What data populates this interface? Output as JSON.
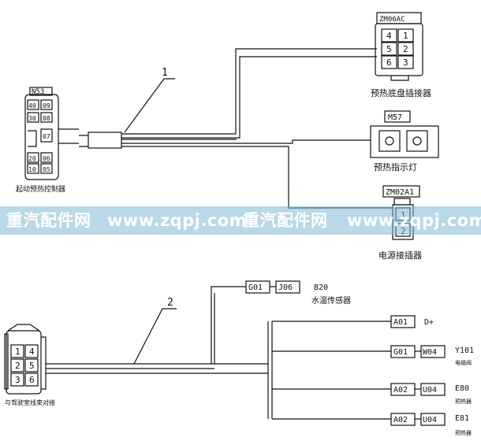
{
  "diagram1": {
    "harness_number": "1",
    "controller": {
      "code": "N53",
      "pins_top": [
        [
          "40",
          "09"
        ],
        [
          "30",
          "08"
        ]
      ],
      "pin_mid": "07",
      "pins_bottom": [
        [
          "20",
          "06"
        ],
        [
          "10",
          "05"
        ]
      ],
      "label": "起动预热控制器"
    },
    "connector_zm06ac": {
      "code": "ZM06AC",
      "pins": [
        [
          "4",
          "1"
        ],
        [
          "5",
          "2"
        ],
        [
          "6",
          "3"
        ]
      ],
      "label": "预热底盘插接器"
    },
    "indicator_m57": {
      "code": "M57",
      "label": "预热指示灯"
    },
    "connector_zm02a1": {
      "code": "ZM02A1",
      "pins": [
        "1",
        "2"
      ],
      "label": "电源接插器"
    }
  },
  "watermark": {
    "parts": [
      "重汽配件网",
      "www.zqpj.com",
      "重汽配件网",
      "www.zqpj.com"
    ]
  },
  "diagram2": {
    "harness_number": "2",
    "left_connector": {
      "pins": [
        [
          "1",
          "4"
        ],
        [
          "2",
          "5"
        ],
        [
          "3",
          "6"
        ]
      ],
      "label": "与驾驶室线束对接"
    },
    "branches": [
      {
        "from": "G01",
        "to": "J06",
        "code": "B20",
        "name": "水温传感器"
      },
      {
        "from": "A01",
        "to": "",
        "code": "D+",
        "name": ""
      },
      {
        "from": "G01",
        "to": "W04",
        "code": "Y101",
        "name": "电磁阀"
      },
      {
        "from": "A02",
        "to": "U04",
        "code": "E80",
        "name": "预热器"
      },
      {
        "from": "A02",
        "to": "U04",
        "code": "E81",
        "name": "预热器"
      }
    ]
  }
}
